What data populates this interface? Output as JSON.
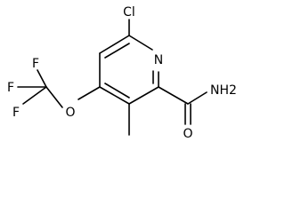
{
  "molecule": {
    "atoms": {
      "chlorine": "Cl",
      "ring_nitrogen": "N",
      "amide_nitrogen": "NH2",
      "amide_oxygen": "O",
      "ether_oxygen": "O",
      "fluorine_1": "F",
      "fluorine_2": "F",
      "fluorine_3": "F"
    }
  }
}
